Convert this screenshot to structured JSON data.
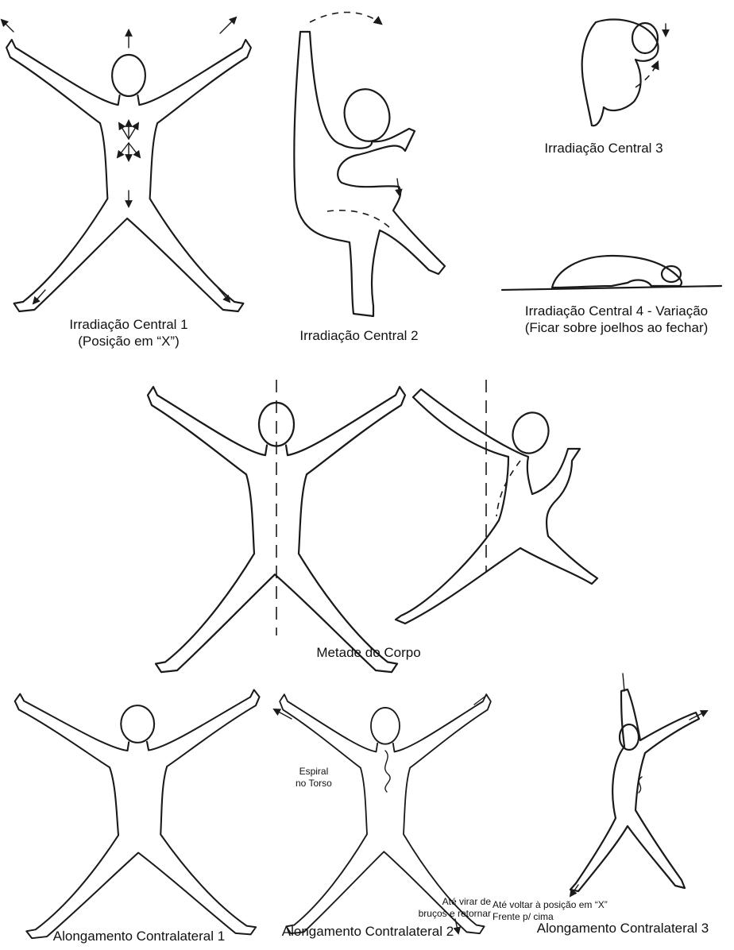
{
  "figures": {
    "ic1": {
      "caption_line1": "Irradiação Central 1",
      "caption_line2": "(Posição em “X”)"
    },
    "ic2": {
      "caption": "Irradiação Central 2"
    },
    "ic3": {
      "caption": "Irradiação Central 3"
    },
    "ic4": {
      "caption_line1": "Irradiação Central 4 - Variação",
      "caption_line2": "(Ficar sobre joelhos ao fechar)"
    },
    "metade": {
      "caption": "Metade do Corpo"
    },
    "ac1": {
      "caption": "Alongamento Contralateral 1"
    },
    "ac2": {
      "caption": "Alongamento Contralateral 2",
      "note_torso_line1": "Espiral",
      "note_torso_line2": "no Torso",
      "note_foot_line1": "Até virar de",
      "note_foot_line2": "bruços e retornar"
    },
    "ac3": {
      "caption": "Alongamento Contralateral 3",
      "note_line1": "Até voltar à posição em “X”",
      "note_line2": "Frente p/ cima"
    }
  }
}
